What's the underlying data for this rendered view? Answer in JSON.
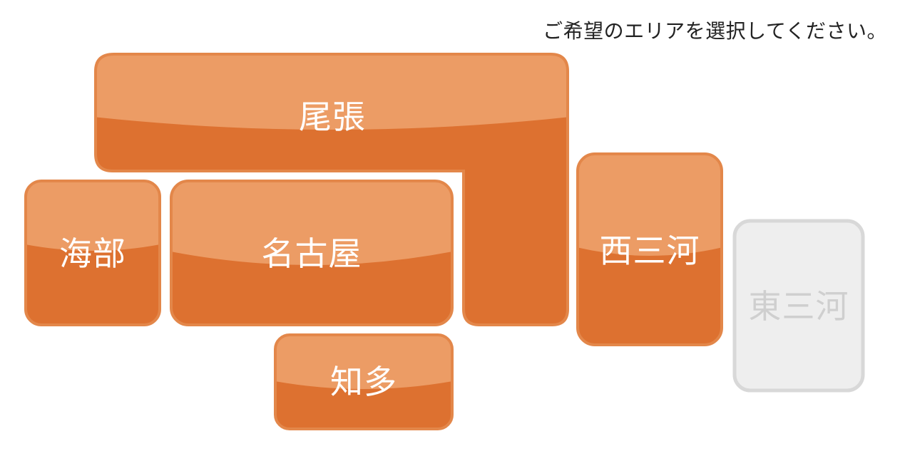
{
  "instruction": "ご希望のエリアを選択してください。",
  "colors": {
    "accent": "#dd7130",
    "accent_highlight": "#ec9c65",
    "accent_border": "#e3874a",
    "disabled_fill": "#eeeeee",
    "disabled_border": "#d8d8d8",
    "disabled_text": "#cfcfcf"
  },
  "regions": [
    {
      "id": "owari",
      "label": "尾張",
      "enabled": true
    },
    {
      "id": "ama",
      "label": "海部",
      "enabled": true
    },
    {
      "id": "nagoya",
      "label": "名古屋",
      "enabled": true
    },
    {
      "id": "chita",
      "label": "知多",
      "enabled": true
    },
    {
      "id": "nishimikawa",
      "label": "西三河",
      "enabled": true
    },
    {
      "id": "higashimikawa",
      "label": "東三河",
      "enabled": false
    }
  ]
}
